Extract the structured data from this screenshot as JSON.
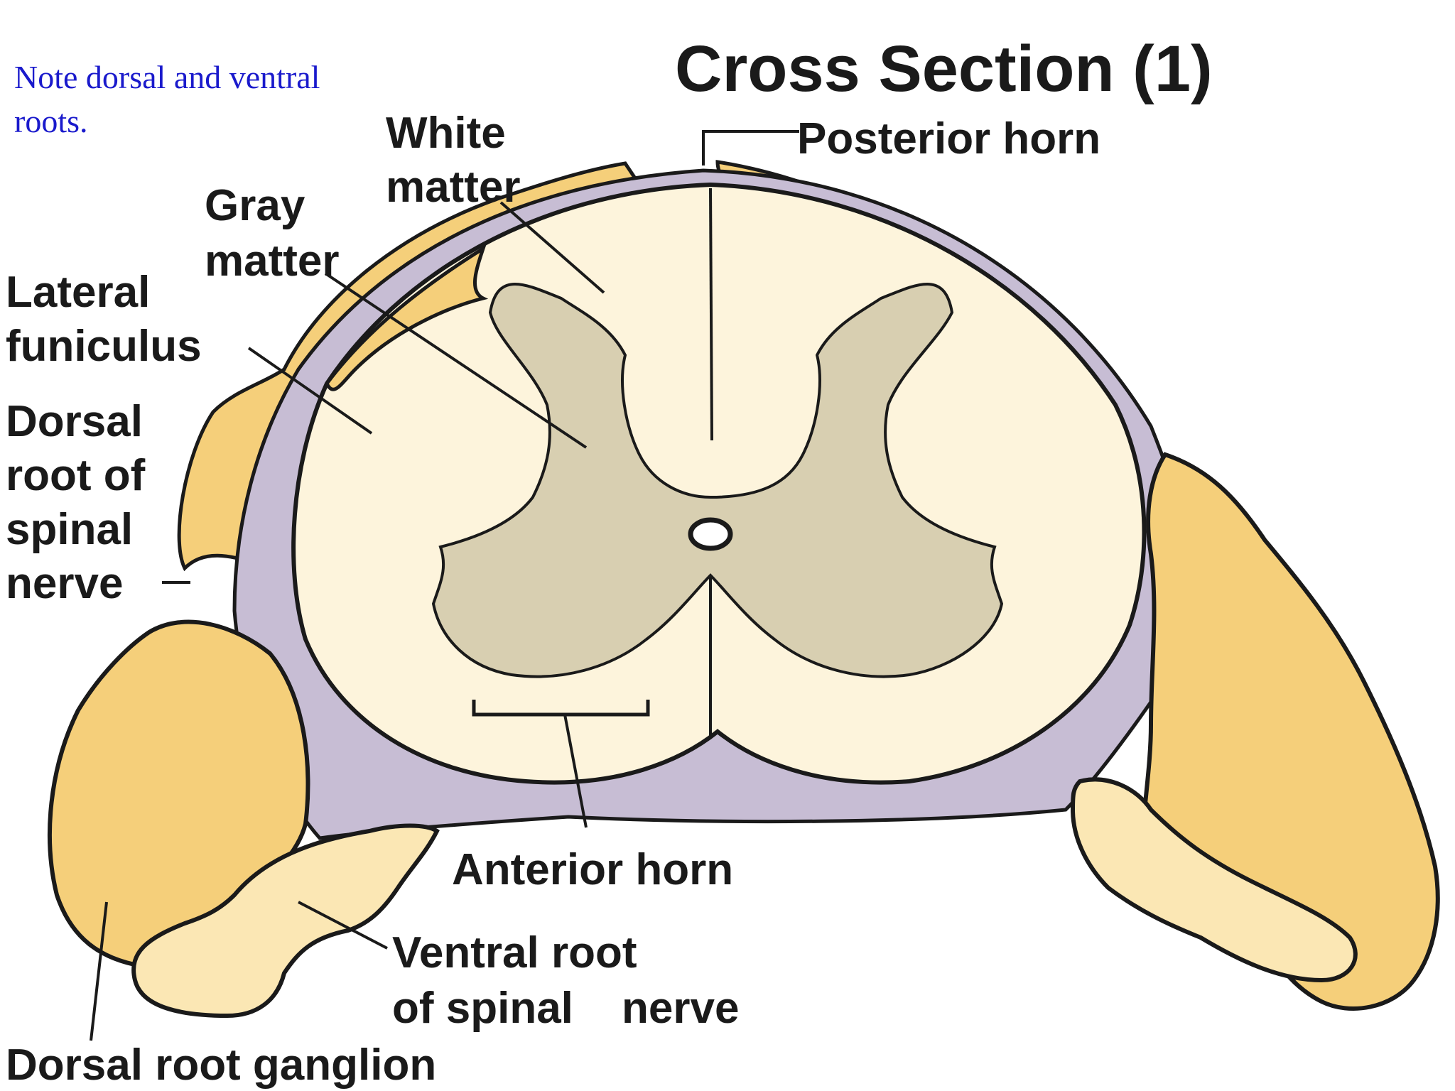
{
  "note": {
    "lines": [
      "Note dorsal and ventral",
      "roots."
    ]
  },
  "title": "Cross Section (1)",
  "labels": {
    "white_matter": [
      "White",
      "matter"
    ],
    "gray_matter": [
      "Gray",
      "matter"
    ],
    "lateral_funiculus": [
      "Lateral",
      "funiculus"
    ],
    "dorsal_root": [
      "Dorsal",
      "root of",
      "spinal",
      "nerve"
    ],
    "posterior_horn": "Posterior horn",
    "anterior_horn": "Anterior horn",
    "ventral_root": [
      "Ventral root",
      "of spinal",
      "nerve"
    ],
    "dorsal_root_ganglion": "Dorsal root ganglion"
  },
  "colors": {
    "root_yellow": "#f5cf7a",
    "ganglion_pale": "#fbe7b4",
    "white_matter": "#fdf4dc",
    "gray_matter": "#d8cfb1",
    "pia": "#c7bdd4",
    "outline": "#1a1a1a",
    "note_text": "#1a1acc"
  }
}
